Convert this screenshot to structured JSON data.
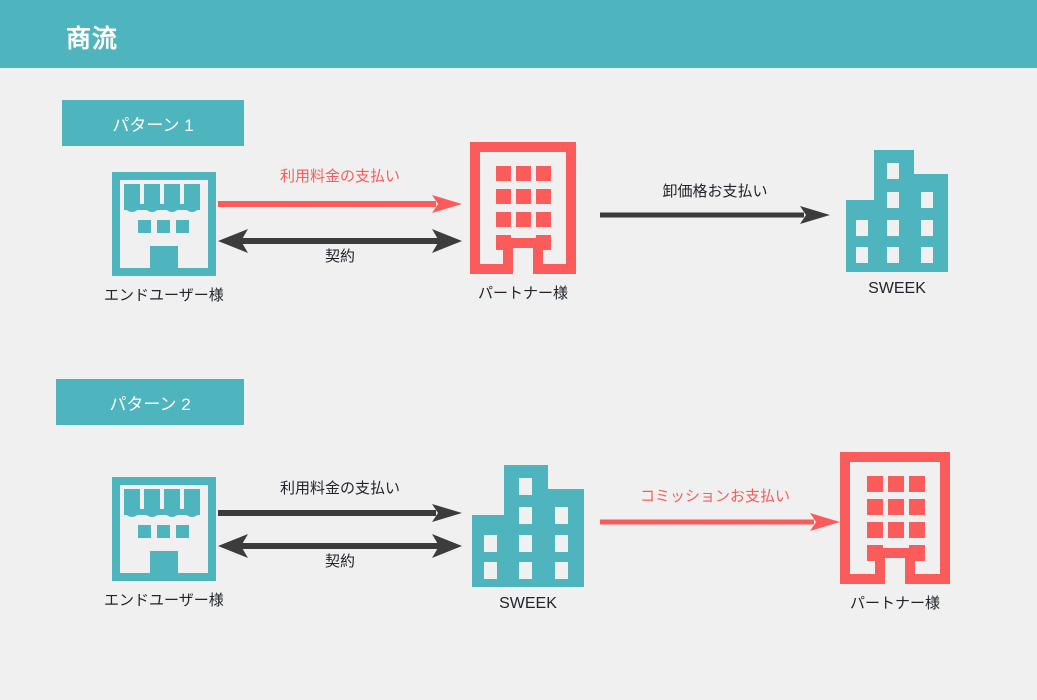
{
  "header": {
    "title": "商流",
    "bg_color": "#4eb5bf",
    "text_color": "#ffffff"
  },
  "page": {
    "background_color": "#f0f0f0",
    "accent_teal": "#4eb5bf",
    "accent_red": "#fa5c5c",
    "arrow_dark": "#3c3c3c",
    "text_dark": "#21242b"
  },
  "patterns": [
    {
      "chip_label": "パターン 1",
      "nodes": [
        {
          "id": "end-user",
          "label": "エンドユーザー様",
          "icon": "storefront-icon",
          "color": "#4eb5bf"
        },
        {
          "id": "partner",
          "label": "パートナー様",
          "icon": "office-building-icon",
          "color": "#fa5c5c"
        },
        {
          "id": "sweek",
          "label": "SWEEK",
          "icon": "city-building-icon",
          "color": "#4eb5bf"
        }
      ],
      "arrows": [
        {
          "id": "fee-payment",
          "label": "利用料金の支払い",
          "color": "#fa5c5c",
          "direction": "right",
          "from": "end-user",
          "to": "partner"
        },
        {
          "id": "contract",
          "label": "契約",
          "color": "#3c3c3c",
          "direction": "both",
          "from": "end-user",
          "to": "partner"
        },
        {
          "id": "wholesale-pay",
          "label": "卸価格お支払い",
          "color": "#3c3c3c",
          "direction": "right",
          "from": "partner",
          "to": "sweek"
        }
      ]
    },
    {
      "chip_label": "パターン 2",
      "nodes": [
        {
          "id": "end-user-2",
          "label": "エンドユーザー様",
          "icon": "storefront-icon",
          "color": "#4eb5bf"
        },
        {
          "id": "sweek-2",
          "label": "SWEEK",
          "icon": "city-building-icon",
          "color": "#4eb5bf"
        },
        {
          "id": "partner-2",
          "label": "パートナー様",
          "icon": "office-building-icon",
          "color": "#fa5c5c"
        }
      ],
      "arrows": [
        {
          "id": "fee-payment-2",
          "label": "利用料金の支払い",
          "color": "#3c3c3c",
          "direction": "right",
          "from": "end-user-2",
          "to": "sweek-2"
        },
        {
          "id": "contract-2",
          "label": "契約",
          "color": "#3c3c3c",
          "direction": "both",
          "from": "end-user-2",
          "to": "sweek-2"
        },
        {
          "id": "commission-pay",
          "label": "コミッションお支払い",
          "color": "#fa5c5c",
          "direction": "right",
          "from": "sweek-2",
          "to": "partner-2"
        }
      ]
    }
  ]
}
